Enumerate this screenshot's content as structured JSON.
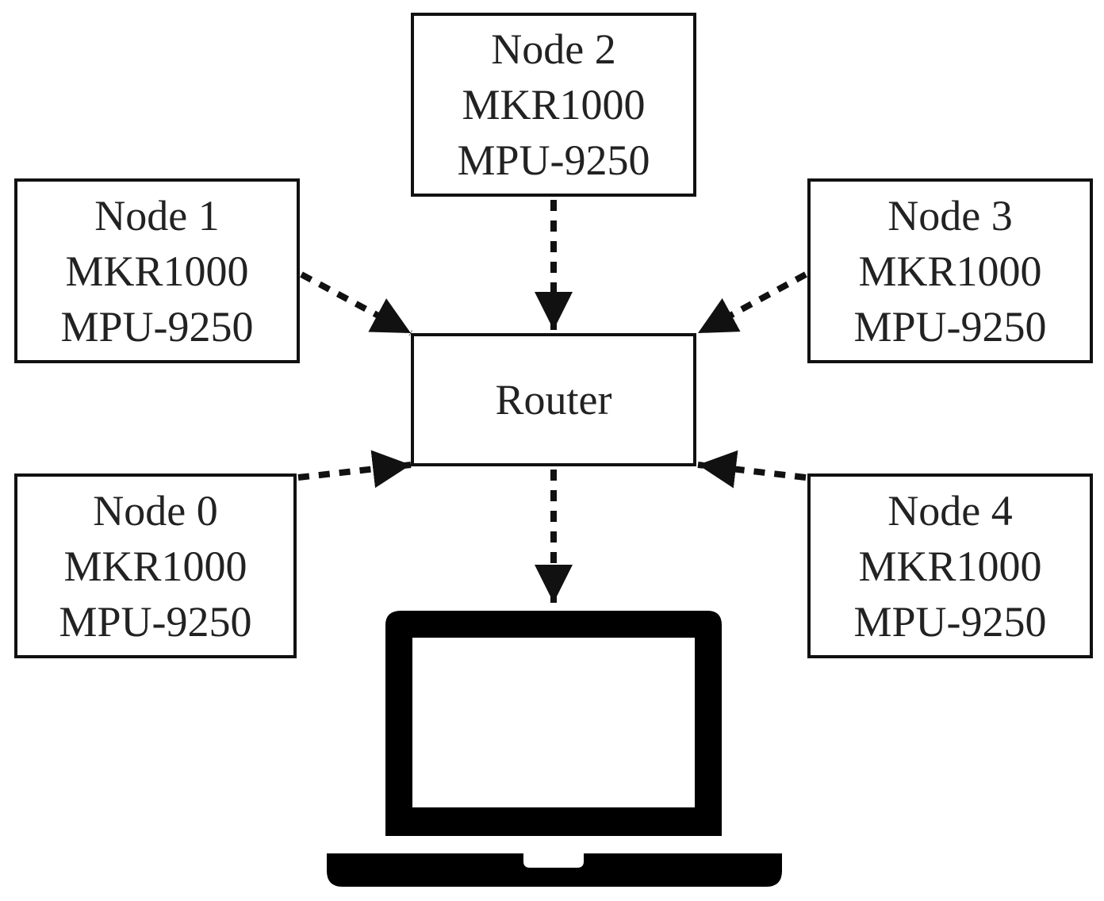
{
  "nodes": [
    {
      "id": "node-2",
      "name": "Node 2",
      "board": "MKR1000",
      "sensor": "MPU-9250"
    },
    {
      "id": "node-1",
      "name": "Node 1",
      "board": "MKR1000",
      "sensor": "MPU-9250"
    },
    {
      "id": "node-3",
      "name": "Node 3",
      "board": "MKR1000",
      "sensor": "MPU-9250"
    },
    {
      "id": "node-0",
      "name": "Node 0",
      "board": "MKR1000",
      "sensor": "MPU-9250"
    },
    {
      "id": "node-4",
      "name": "Node 4",
      "board": "MKR1000",
      "sensor": "MPU-9250"
    }
  ],
  "router": {
    "label": "Router"
  },
  "connections": [
    {
      "from": "Node 2",
      "to": "Router",
      "style": "dotted"
    },
    {
      "from": "Node 1",
      "to": "Router",
      "style": "dotted"
    },
    {
      "from": "Node 3",
      "to": "Router",
      "style": "dotted"
    },
    {
      "from": "Node 0",
      "to": "Router",
      "style": "dotted"
    },
    {
      "from": "Node 4",
      "to": "Router",
      "style": "dotted"
    },
    {
      "from": "Router",
      "to": "laptop",
      "style": "dotted"
    }
  ],
  "icons": {
    "computer": "laptop-icon"
  },
  "colors": {
    "stroke": "#111111",
    "background": "#ffffff"
  }
}
